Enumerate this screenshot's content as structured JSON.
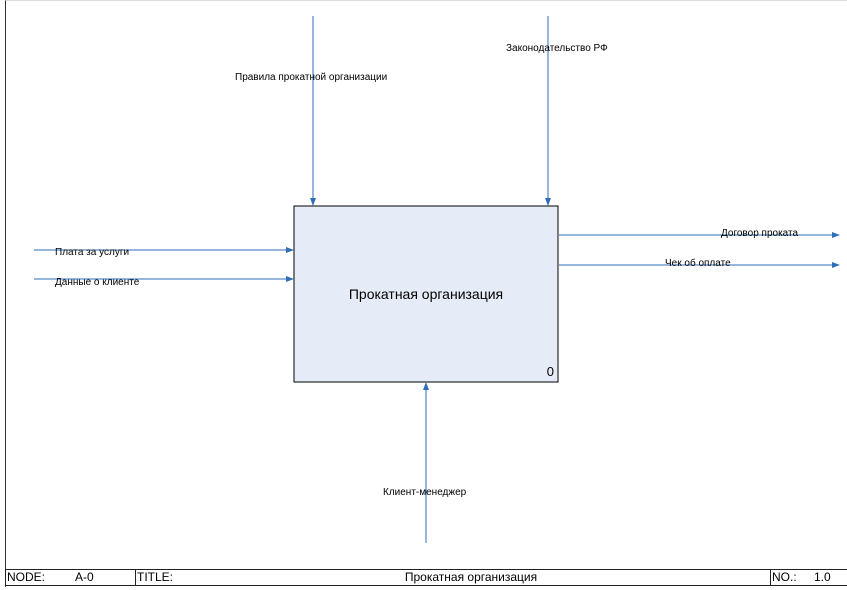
{
  "diagram": {
    "activity": {
      "title": "Прокатная организация",
      "number": "0",
      "fill": "#e6ecf7"
    },
    "arrow_color": "#2e6fb7",
    "controls": [
      {
        "label": "Правила прокатной организации"
      },
      {
        "label": "Законодательство РФ"
      }
    ],
    "inputs": [
      {
        "label": "Плата за услуги"
      },
      {
        "label": "Данные о клиенте"
      }
    ],
    "outputs": [
      {
        "label": "Договор проката"
      },
      {
        "label": "Чек об оплате"
      }
    ],
    "mechanisms": [
      {
        "label": "Клиент-менеджер"
      }
    ]
  },
  "footer": {
    "node_label": "NODE:",
    "node_value": "A-0",
    "title_label": "TITLE:",
    "title_value": "Прокатная организация",
    "no_label": "NO.:",
    "no_value": "1.0"
  }
}
